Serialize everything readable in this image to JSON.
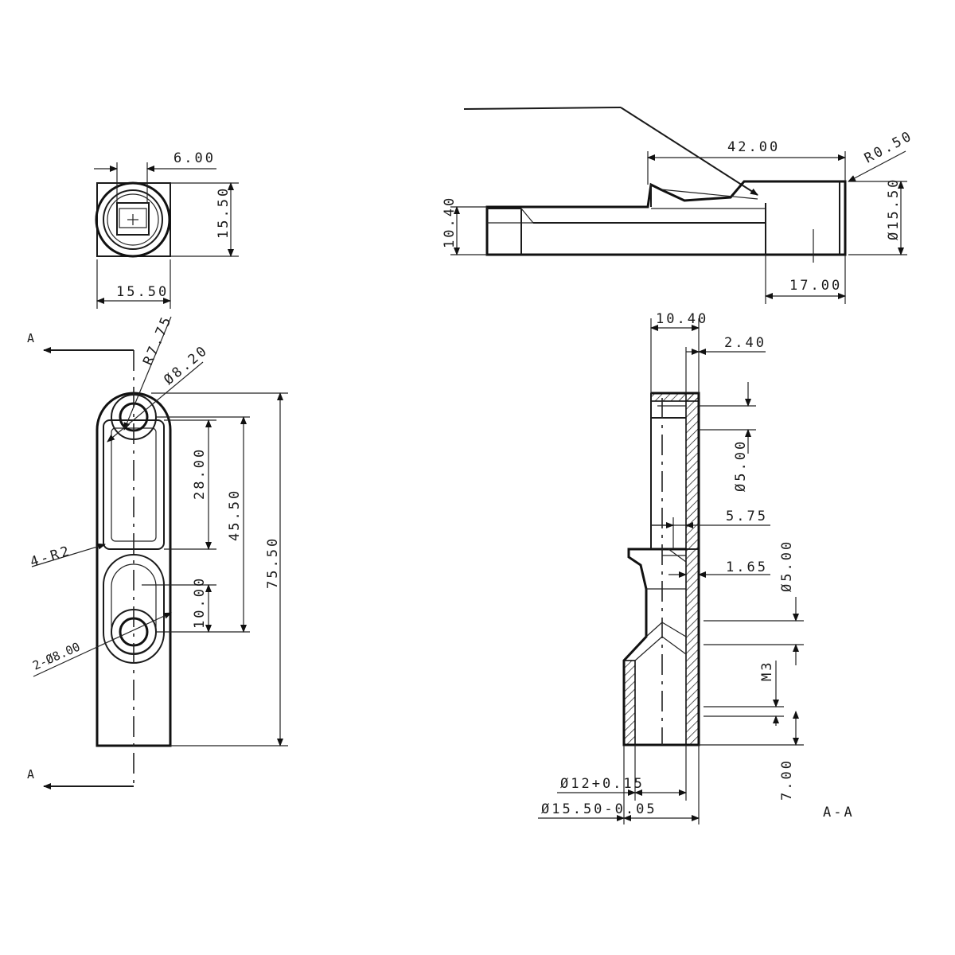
{
  "views": {
    "end_view": {
      "dim_width_top": "6.00",
      "dim_height": "15.50",
      "dim_width_bottom": "15.50"
    },
    "side_view": {
      "dim_length": "42.00",
      "dim_radius": "R0.50",
      "dim_height_left": "10.40",
      "dim_diameter": "Ø15.50",
      "dim_tip": "17.00"
    },
    "front_view": {
      "section_label_top": "A",
      "section_label_bottom": "A",
      "dim_radius_top": "R7.75",
      "dim_bore": "Ø8.20",
      "dim_corner_radius": "4-R2",
      "dim_holes": "2-Ø8.00",
      "dim_slot_length": "28.00",
      "dim_center_distance": "45.50",
      "dim_overall_length": "75.50",
      "dim_lower_slot": "10.00"
    },
    "section_view": {
      "title": "A-A",
      "dim_top_width": "10.40",
      "dim_wall": "2.40",
      "dim_upper_bore": "Ø5.00",
      "dim_step": "5.75",
      "dim_shoulder": "1.65",
      "dim_mid_bore": "Ø5.00",
      "dim_thread": "M3",
      "dim_bottom": "7.00",
      "dim_inner_dia": "Ø12+0.15",
      "dim_outer_dia": "Ø15.50-0.05"
    }
  }
}
